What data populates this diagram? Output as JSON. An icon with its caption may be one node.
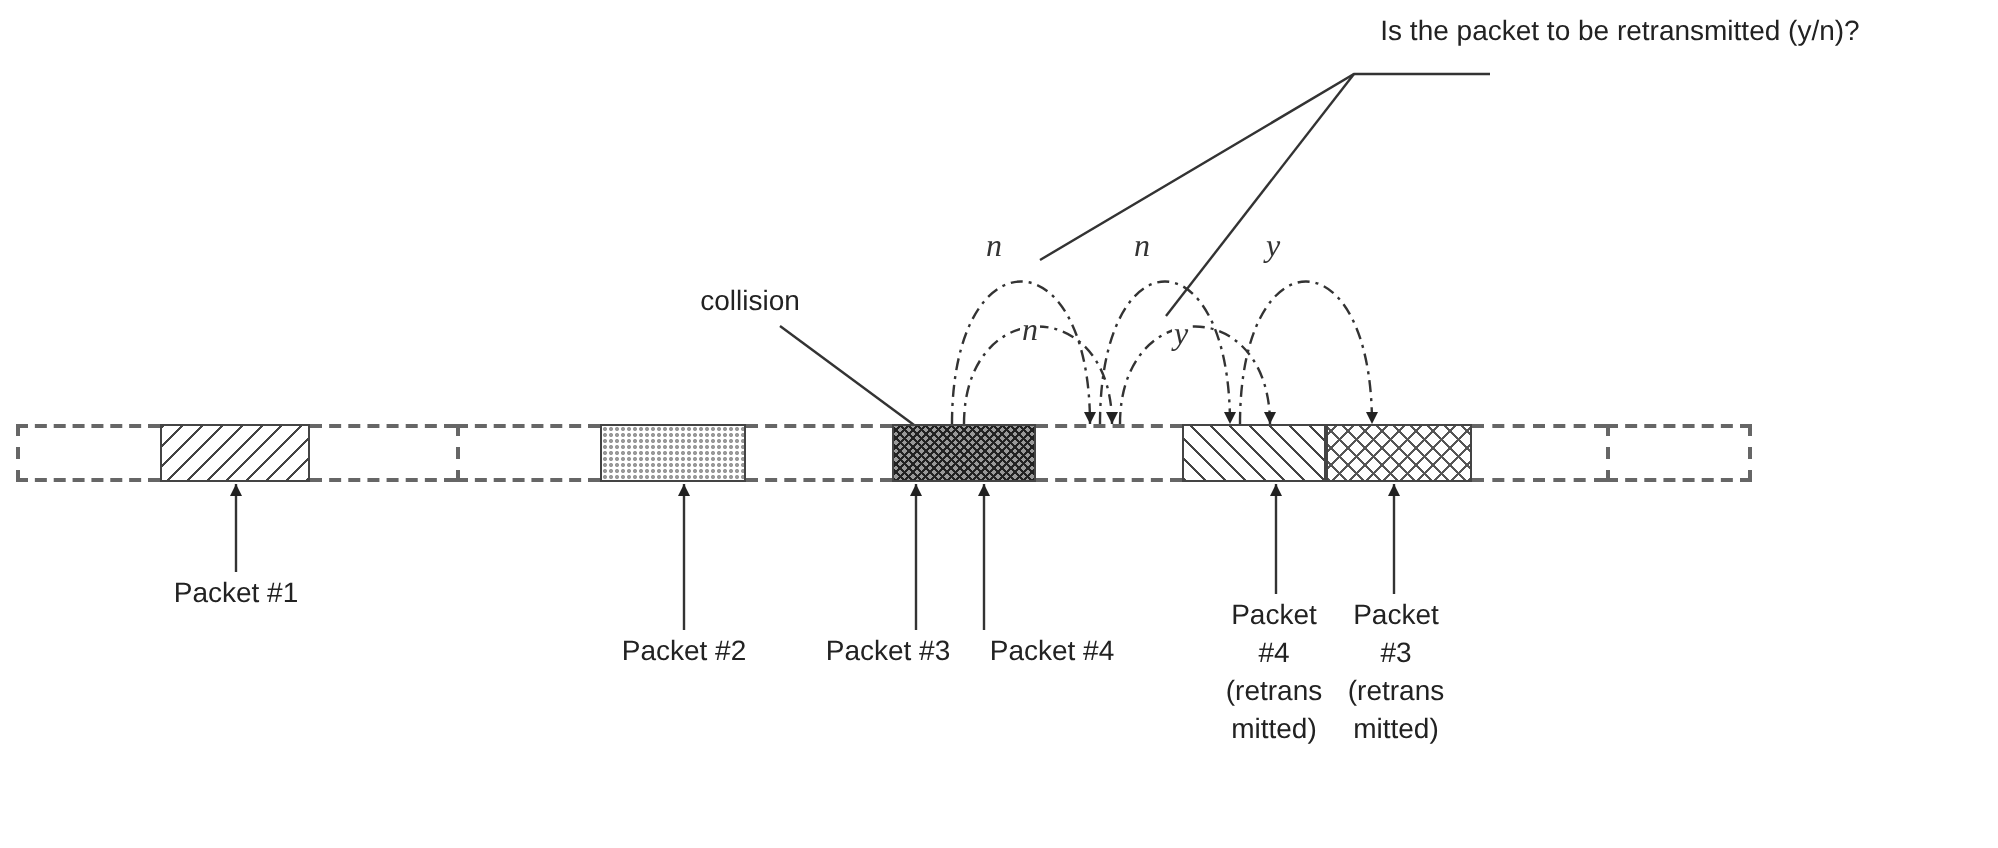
{
  "diagram": {
    "nodes": [
      {
        "text": [
          "Is the packet to be retransmitted (y/n)?"
        ]
      },
      {
        "text": [
          "collision"
        ]
      },
      {
        "text": [],
        "shape": "box"
      },
      {
        "text": [],
        "shape": "box"
      },
      {
        "text": [],
        "shape": "box"
      },
      {
        "text": [],
        "shape": "box"
      },
      {
        "text": [],
        "shape": "box"
      },
      {
        "text": [],
        "shape": "box"
      },
      {
        "text": [],
        "shape": "box"
      },
      {
        "text": [],
        "shape": "box"
      },
      {
        "text": [],
        "shape": "box"
      },
      {
        "text": [],
        "shape": "box"
      },
      {
        "text": [],
        "shape": "box"
      },
      {
        "text": [],
        "shape": "box"
      },
      {
        "text": [
          "Packet #1"
        ]
      },
      {
        "text": [
          "Packet #2"
        ]
      },
      {
        "text": [
          "Packet #3"
        ]
      },
      {
        "text": [
          "Packet #4"
        ]
      },
      {
        "text": [
          "Packet #4 (retrans mitted)"
        ]
      },
      {
        "text": [
          "Packet #3 (retrans mitted)"
        ]
      }
    ],
    "edges": [
      {
        "from": 1,
        "to": 8,
        "arrow": "to"
      },
      {
        "from": 8,
        "to": 9,
        "arrow": "to",
        "label": "n",
        "style": "dashed"
      },
      {
        "from": 8,
        "to": 9,
        "arrow": "to",
        "label": "n",
        "style": "dashed"
      },
      {
        "from": 9,
        "to": 10,
        "arrow": "to",
        "label": "n",
        "style": "dashed"
      },
      {
        "from": 9,
        "to": 10,
        "arrow": "to",
        "label": "y",
        "style": "dashed"
      },
      {
        "from": 10,
        "to": 11,
        "arrow": "to",
        "label": "y",
        "style": "dashed"
      },
      {
        "from": 0,
        "to": null,
        "arrow": "none"
      },
      {
        "from": 0,
        "to": null,
        "arrow": "none"
      },
      {
        "from": 14,
        "to": 3,
        "arrow": "to"
      },
      {
        "from": 15,
        "to": 6,
        "arrow": "to"
      },
      {
        "from": 16,
        "to": 8,
        "arrow": "to"
      },
      {
        "from": 17,
        "to": 8,
        "arrow": "to"
      },
      {
        "from": 18,
        "to": 10,
        "arrow": "to"
      },
      {
        "from": 19,
        "to": 11,
        "arrow": "to"
      }
    ]
  }
}
